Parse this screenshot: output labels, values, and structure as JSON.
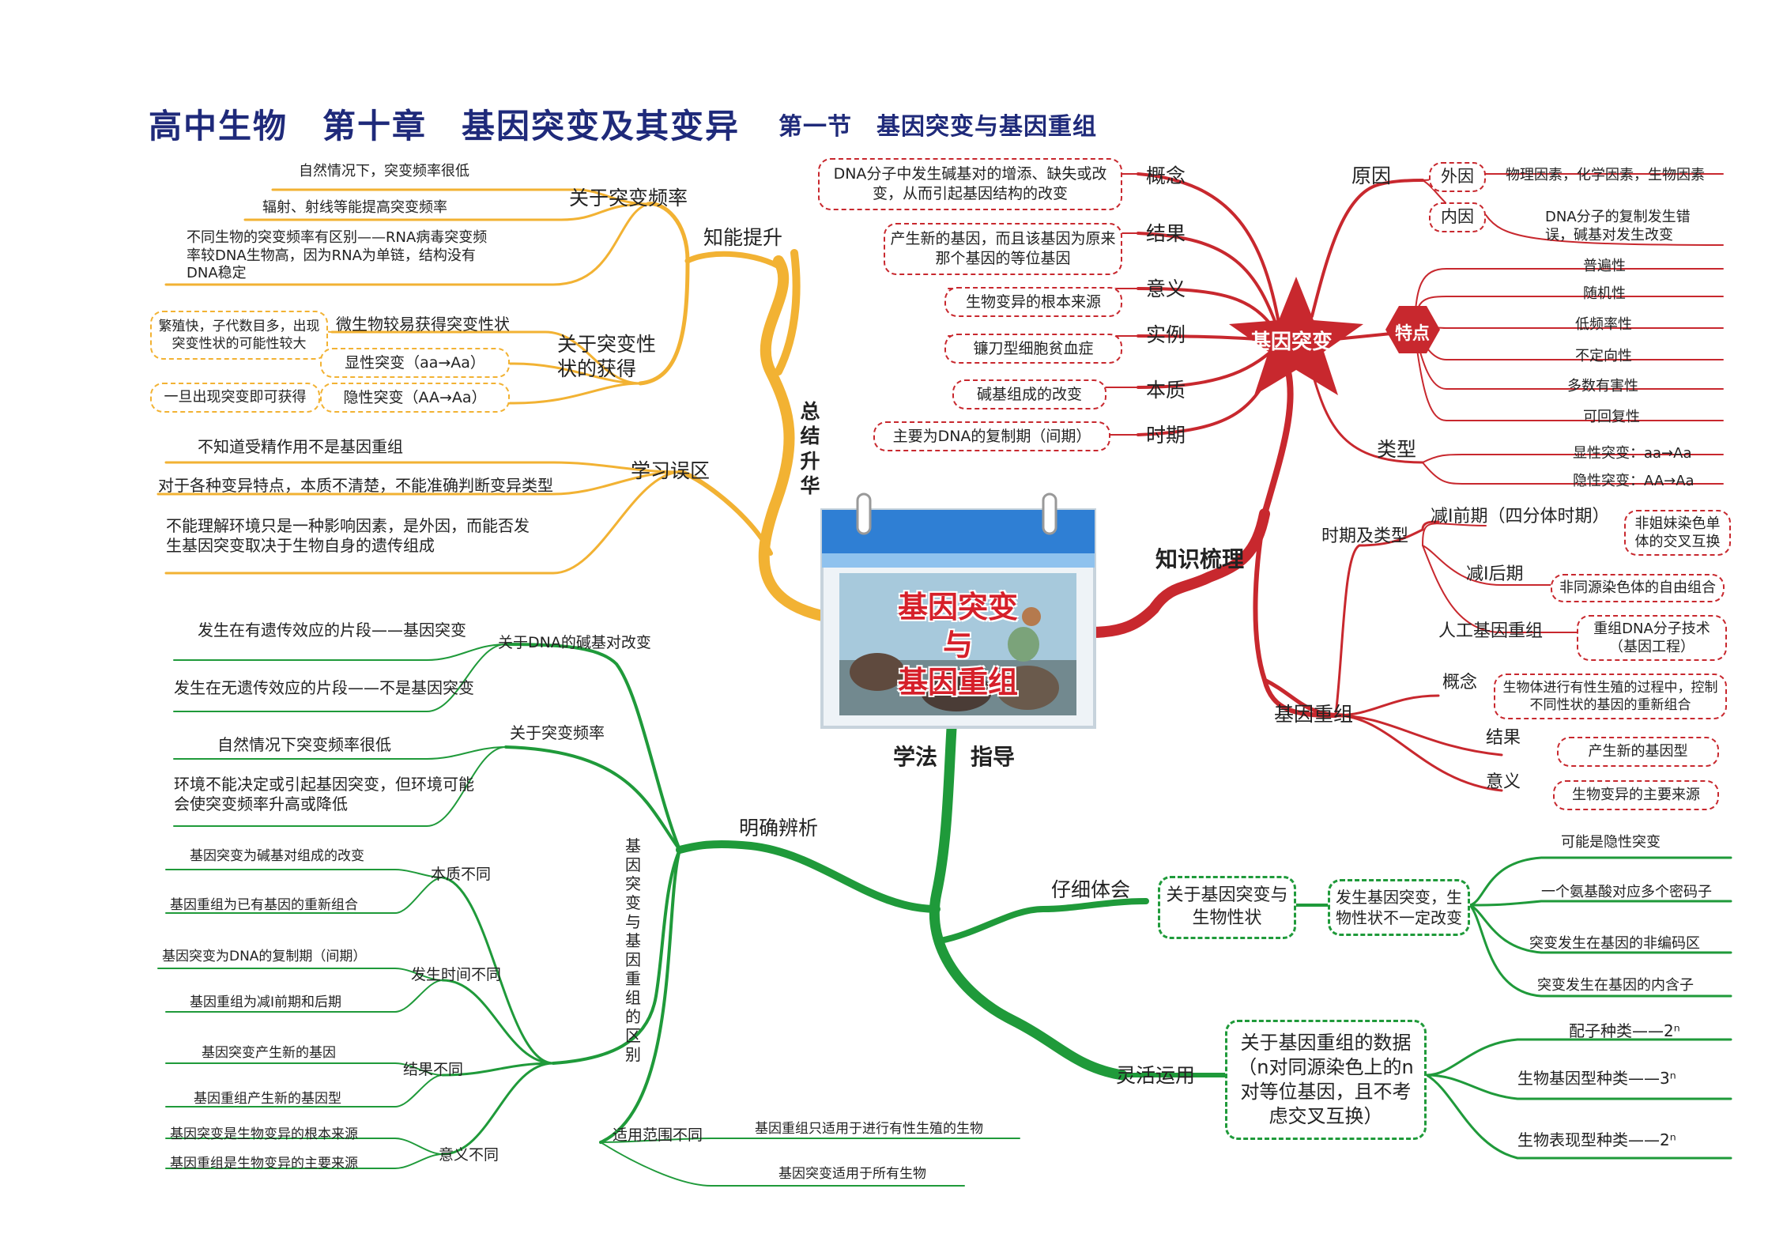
{
  "title": {
    "main": "高中生物　第十章　基因突变及其变异",
    "section": "第一节　基因突变与基因重组"
  },
  "center": {
    "line1": "基因突变",
    "line2": "与",
    "line3": "基因重组"
  },
  "colors": {
    "yellow": "#f2b233",
    "red": "#c8282e",
    "green": "#1f9a3a",
    "title": "#1f2a7a"
  },
  "yellow_branch": {
    "label": "总结升华",
    "knowledge_up": {
      "label": "知能提升",
      "freq": {
        "label": "关于突变频率",
        "items": [
          "自然情况下，突变频率很低",
          "辐射、射线等能提高突变频率",
          "不同生物的突变频率有区别——RNA病毒突变频率较DNA生物高，因为RNA为单链，结构没有DNA稳定"
        ]
      },
      "trait": {
        "label": "关于突变性状的获得",
        "micro": "微生物较易获得突变性状",
        "micro_note": "繁殖快，子代数目多，出现突变性状的可能性较大",
        "dominant": "显性突变（aa→Aa）",
        "recessive": "隐性突变（AA→Aa）",
        "recessive_note": "一旦出现突变即可获得"
      }
    },
    "mistakes": {
      "label": "学习误区",
      "items": [
        "不知道受精作用不是基因重组",
        "对于各种变异特点，本质不清楚，不能准确判断变异类型",
        "不能理解环境只是一种影响因素，是外因，而能否发生基因突变取决于生物自身的遗传组成"
      ]
    }
  },
  "red_branch": {
    "label": "知识梳理",
    "mutation": {
      "label": "基因突变",
      "concept": {
        "label": "概念",
        "text": "DNA分子中发生碱基对的增添、缺失或改变，从而引起基因结构的改变"
      },
      "result": {
        "label": "结果",
        "text": "产生新的基因，而且该基因为原来那个基因的等位基因"
      },
      "meaning": {
        "label": "意义",
        "text": "生物变异的根本来源"
      },
      "example": {
        "label": "实例",
        "text": "镰刀型细胞贫血症"
      },
      "essence": {
        "label": "本质",
        "text": "碱基组成的改变"
      },
      "period": {
        "label": "时期",
        "text": "主要为DNA的复制期（间期）"
      },
      "cause": {
        "label": "原因",
        "external": "外因",
        "external_text": "物理因素，化学因素，生物因素",
        "internal": "内因",
        "internal_text": "DNA分子的复制发生错误，碱基对发生改变"
      },
      "features": {
        "label": "特点",
        "items": [
          "普遍性",
          "随机性",
          "低频率性",
          "不定向性",
          "多数有害性",
          "可回复性"
        ]
      },
      "types": {
        "label": "类型",
        "items": [
          "显性突变：aa→Aa",
          "隐性突变：AA→Aa"
        ]
      }
    },
    "recombination": {
      "label": "基因重组",
      "period_type": {
        "label": "时期及类型",
        "meiosis1_pro": "减Ⅰ前期（四分体时期）",
        "meiosis1_pro_note": "非姐妹染色单体的交叉互换",
        "meiosis1_post": "减Ⅰ后期",
        "meiosis1_post_note": "非同源染色体的自由组合",
        "artificial": "人工基因重组",
        "artificial_note": "重组DNA分子技术（基因工程）"
      },
      "concept": {
        "label": "概念",
        "text": "生物体进行有性生殖的过程中，控制不同性状的基因的重新组合"
      },
      "result": {
        "label": "结果",
        "text": "产生新的基因型"
      },
      "meaning": {
        "label": "意义",
        "text": "生物变异的主要来源"
      }
    }
  },
  "green_branch": {
    "label_left": "学法",
    "label_right": "指导",
    "clarify": {
      "label": "明确辨析",
      "dna": {
        "label": "关于DNA的碱基对改变",
        "items": [
          "发生在有遗传效应的片段——基因突变",
          "发生在无遗传效应的片段——不是基因突变"
        ]
      },
      "freq": {
        "label": "关于突变频率",
        "items": [
          "自然情况下突变频率很低",
          "环境不能决定或引起基因突变，但环境可能会使突变频率升高或降低"
        ]
      },
      "diff": {
        "label": "基因突变与基因重组的区别",
        "essence": {
          "label": "本质不同",
          "items": [
            "基因突变为碱基对组成的改变",
            "基因重组为已有基因的重新组合"
          ]
        },
        "time": {
          "label": "发生时间不同",
          "items": [
            "基因突变为DNA的复制期（间期）",
            "基因重组为减Ⅰ前期和后期"
          ]
        },
        "result": {
          "label": "结果不同",
          "items": [
            "基因突变产生新的基因",
            "基因重组产生新的基因型"
          ]
        },
        "meaning": {
          "label": "意义不同",
          "items": [
            "基因突变是生物变异的根本来源",
            "基因重组是生物变异的主要来源"
          ]
        },
        "scope": {
          "label": "适用范围不同",
          "items": [
            "基因重组只适用于进行有性生殖的生物",
            "基因突变适用于所有生物"
          ]
        }
      }
    },
    "experience": {
      "label": "仔细体会",
      "box1": "关于基因突变与生物性状",
      "box2": "发生基因突变，生物性状不一定改变",
      "items": [
        "可能是隐性突变",
        "一个氨基酸对应多个密码子",
        "突变发生在基因的非编码区",
        "突变发生在基因的内含子"
      ]
    },
    "apply": {
      "label": "灵活运用",
      "box": "关于基因重组的数据（n对同源染色上的n对等位基因，且不考虑交叉互换）",
      "items": [
        "配子种类——2ⁿ",
        "生物基因型种类——3ⁿ",
        "生物表现型种类——2ⁿ"
      ]
    }
  }
}
